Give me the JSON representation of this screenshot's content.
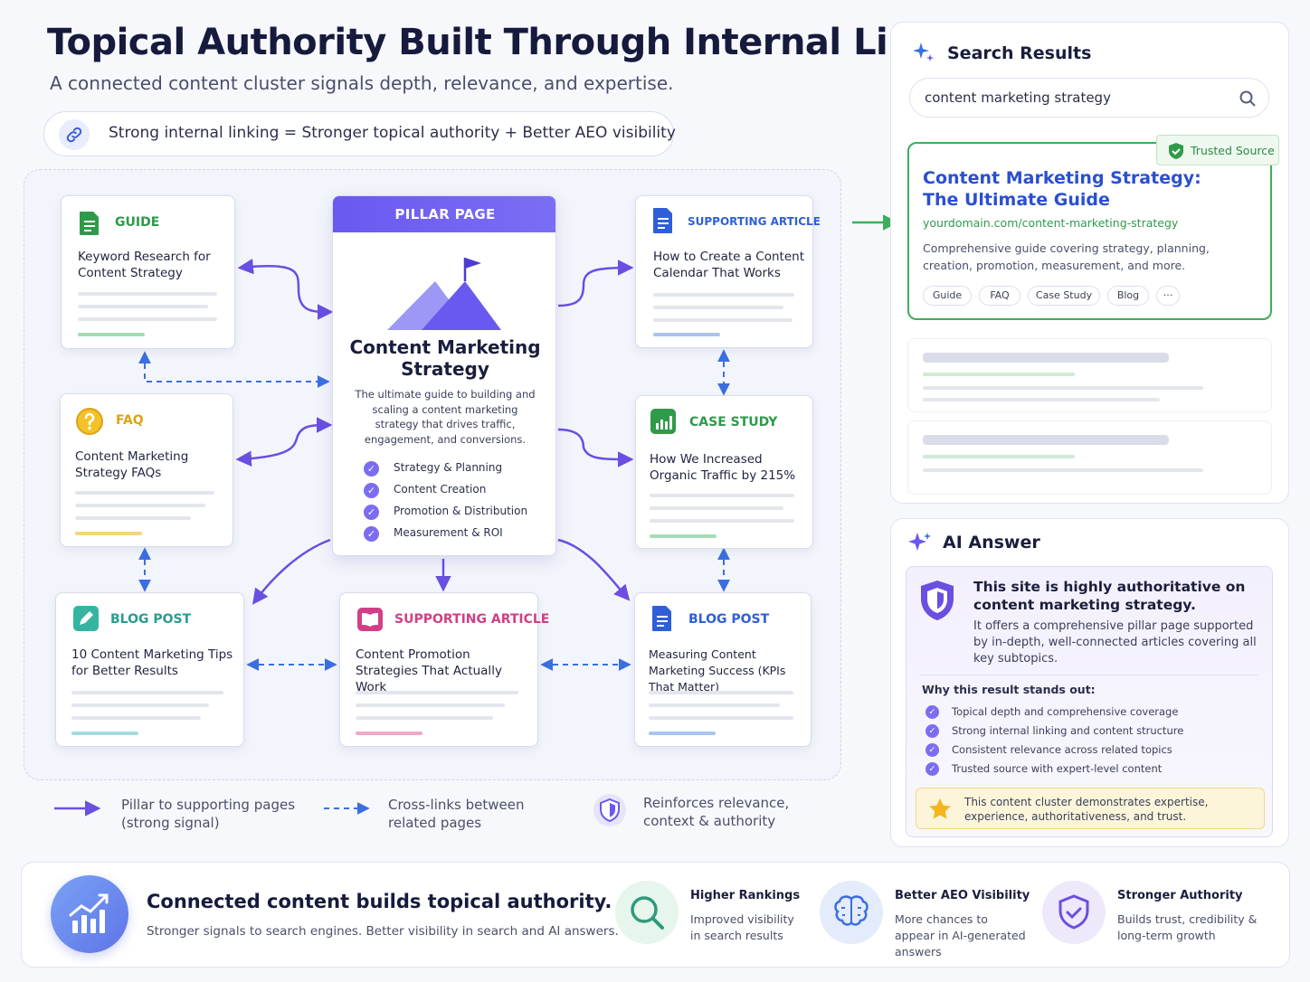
{
  "header": {
    "title": "Topical Authority Built Through Internal Links",
    "subtitle": "A connected content cluster signals depth, relevance, and expertise.",
    "tagline": "Strong internal linking = Stronger topical authority + Better AEO visibility"
  },
  "pillar": {
    "label": "PILLAR PAGE",
    "title": "Content Marketing Strategy",
    "description": "The ultimate guide to building and scaling a content marketing strategy that drives traffic, engagement, and conversions.",
    "items": [
      "Strategy & Planning",
      "Content Creation",
      "Promotion & Distribution",
      "Measurement & ROI"
    ]
  },
  "cards": [
    {
      "kind": "GUIDE",
      "title": "Keyword Research for Content Strategy",
      "color": "#2f9a4a",
      "icon": "document-icon"
    },
    {
      "kind": "FAQ",
      "title": "Content Marketing Strategy FAQs",
      "color": "#d9a514",
      "icon": "question-icon"
    },
    {
      "kind": "BLOG POST",
      "title": "10 Content Marketing Tips for Better Results",
      "color": "#2a9c8f",
      "icon": "pencil-icon"
    },
    {
      "kind": "SUPPORTING ARTICLE",
      "title": "Content Promotion Strategies That Actually Work",
      "color": "#d23f86",
      "icon": "book-icon"
    },
    {
      "kind": "SUPPORTING ARTICLE",
      "title": "How to Create a Content Calendar That Works",
      "color": "#2f5fd8",
      "icon": "document-icon"
    },
    {
      "kind": "CASE STUDY",
      "title": "How We Increased Organic Traffic by 215%",
      "color": "#2f9a4a",
      "icon": "chart-icon"
    },
    {
      "kind": "BLOG POST",
      "title": "Measuring Content Marketing Success (KPIs That Matter)",
      "color": "#2f5fd8",
      "icon": "document-icon"
    }
  ],
  "legend": {
    "solid": "Pillar to supporting pages (strong signal)",
    "dashed": "Cross-links between related pages",
    "shield": "Reinforces relevance, context & authority"
  },
  "search": {
    "heading": "Search Results",
    "query": "content marketing strategy",
    "badge": "Trusted Source",
    "result_title": "Content Marketing Strategy: The Ultimate Guide",
    "result_url": "yourdomain.com/content-marketing-strategy",
    "result_desc": "Comprehensive guide covering strategy, planning, creation, promotion, measurement, and more.",
    "chips": [
      "Guide",
      "FAQ",
      "Case Study",
      "Blog",
      "···"
    ]
  },
  "ai": {
    "heading": "AI Answer",
    "strong": "This site is highly authoritative on content marketing strategy.",
    "text": "It offers a comprehensive pillar page supported by in-depth, well-connected articles covering all key subtopics.",
    "why": "Why this result stands out:",
    "reasons": [
      "Topical depth and comprehensive coverage",
      "Strong internal linking and content structure",
      "Consistent relevance across related topics",
      "Trusted source with expert-level content"
    ],
    "note": "This content cluster demonstrates expertise, experience, authoritativeness, and trust."
  },
  "banner": {
    "title": "Connected content builds topical authority.",
    "subtitle": "Stronger signals to search engines. Better visibility in search and AI answers.",
    "benefits": [
      {
        "title": "Higher Rankings",
        "desc": "Improved visibility in search results",
        "icon": "search-icon"
      },
      {
        "title": "Better AEO Visibility",
        "desc": "More chances to appear in AI-generated answers",
        "icon": "brain-icon"
      },
      {
        "title": "Stronger Authority",
        "desc": "Builds trust, credibility & long-term growth",
        "icon": "shield-check-icon"
      }
    ]
  },
  "colors": {
    "accent": "#6a59f0",
    "link_solid": "#6a4fe0",
    "link_dashed": "#3b6fe0",
    "trusted_green": "#3fae5a"
  }
}
